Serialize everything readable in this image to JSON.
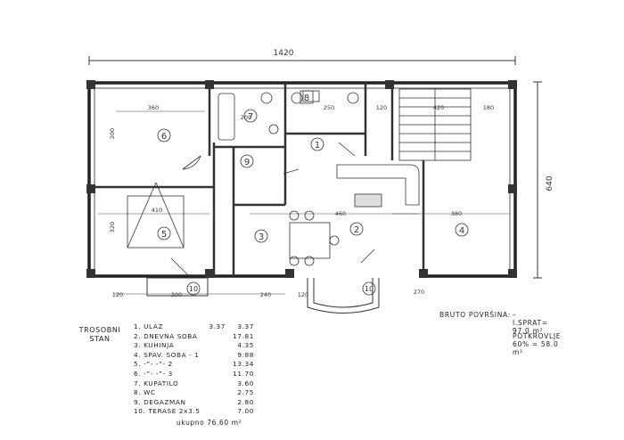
{
  "dimensions": {
    "width_label": "1420",
    "height_label": "640"
  },
  "rooms": [
    {
      "num": "6"
    },
    {
      "num": "7"
    },
    {
      "num": "8"
    },
    {
      "num": "1"
    },
    {
      "num": "9"
    },
    {
      "num": "5"
    },
    {
      "num": "3"
    },
    {
      "num": "2"
    },
    {
      "num": "4"
    },
    {
      "num": "10"
    },
    {
      "num": "10"
    }
  ],
  "inline_dims": [
    "360",
    "200",
    "250",
    "120",
    "420",
    "180",
    "410",
    "200",
    "320",
    "300",
    "240",
    "120",
    "120",
    "460",
    "380",
    "270"
  ],
  "legend": {
    "title_line1": "TROSOBNI",
    "title_line2": "STAN",
    "items": [
      {
        "name": "1. ULAZ",
        "sub": "3.37",
        "value": "3.37"
      },
      {
        "name": "2. DNEVNA SOBA",
        "sub": "",
        "value": "17.81"
      },
      {
        "name": "3. KUHINJA",
        "sub": "",
        "value": "4.35"
      },
      {
        "name": "4. SPAV. SOBA - 1",
        "sub": "",
        "value": "9.88"
      },
      {
        "name": "5.   -”-   -”-  2",
        "sub": "",
        "value": "13.34"
      },
      {
        "name": "6.   -”-   -”-  3",
        "sub": "",
        "value": "11.70"
      },
      {
        "name": "7. KUPATILO",
        "sub": "",
        "value": "3.60"
      },
      {
        "name": "8. WC",
        "sub": "",
        "value": "2.75"
      },
      {
        "name": "9. DEGAZMAN",
        "sub": "",
        "value": "2.80"
      },
      {
        "name": "10. TERASE 2x3.5",
        "sub": "",
        "value": "7.00"
      }
    ],
    "total": "ukupno  76.60 m²"
  },
  "bruto": {
    "label": "BRUTO POVRŠINA:",
    "line1": "– I.SPRAT= 97.0 m²",
    "line2": "– POTKROVLJE 60% = 58.0 m²"
  }
}
